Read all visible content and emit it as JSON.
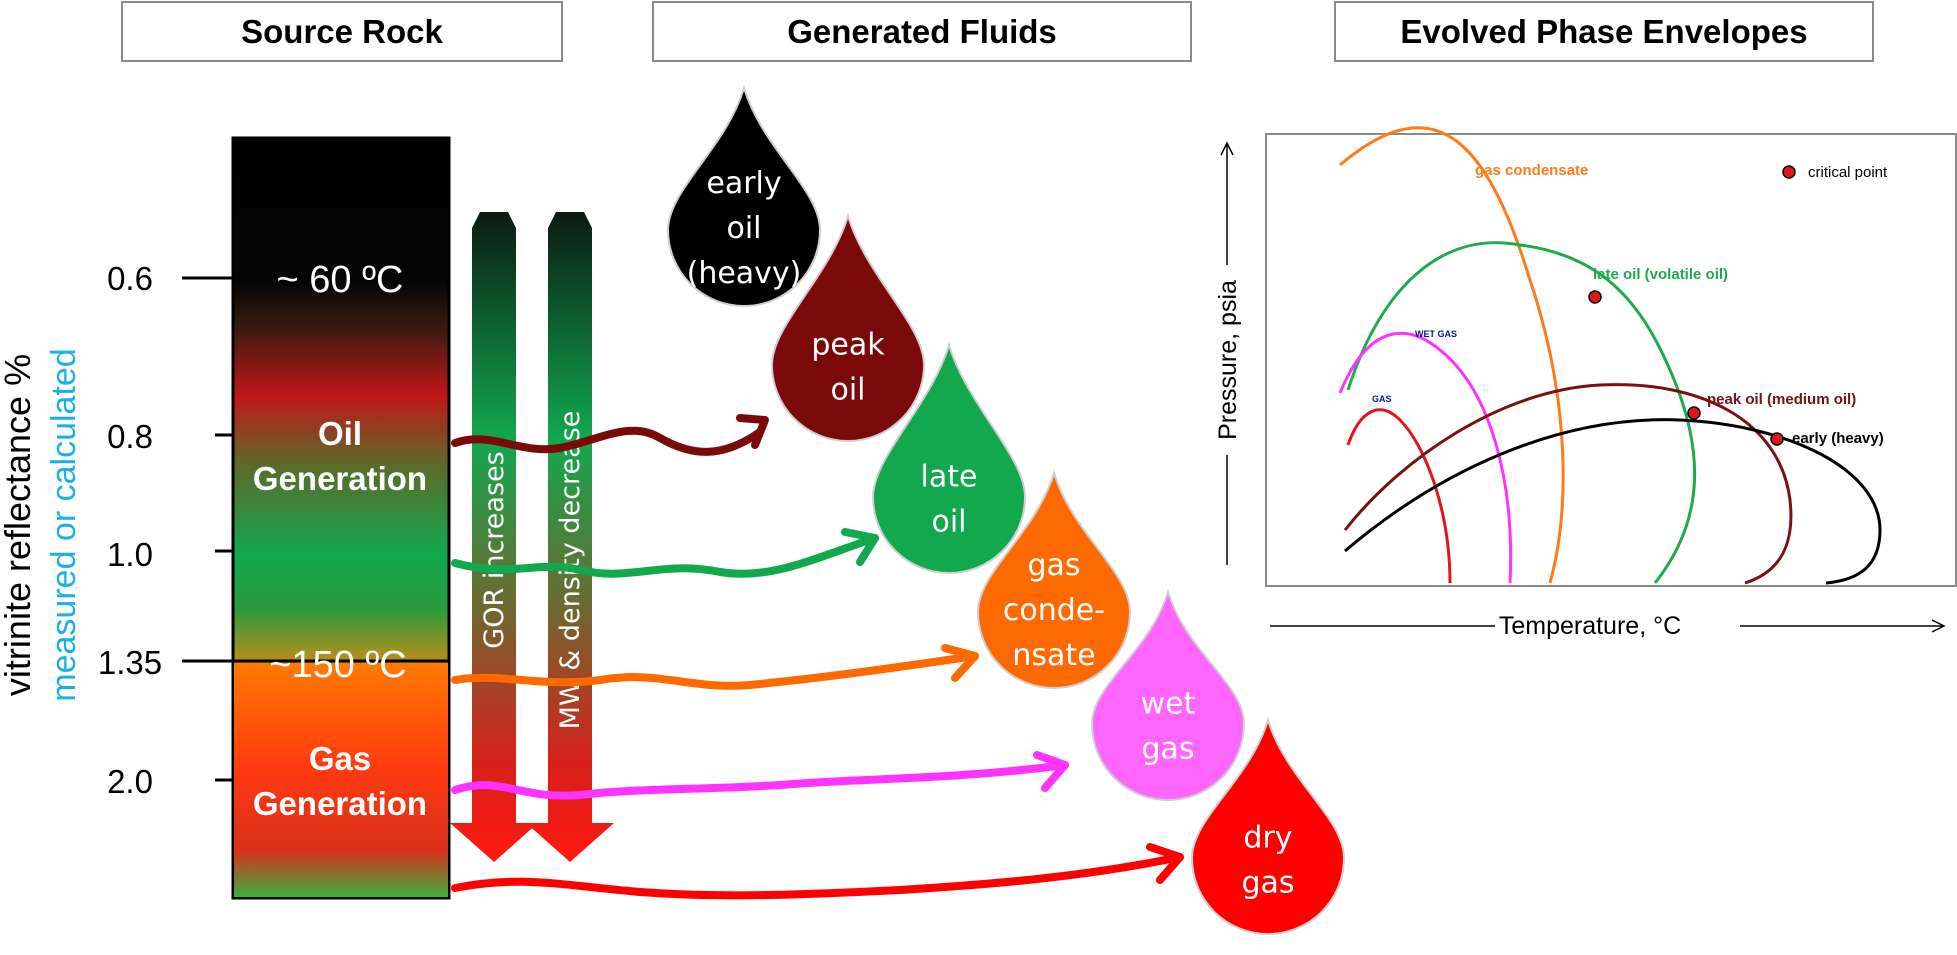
{
  "headers": {
    "source_rock": "Source Rock",
    "generated_fluids": "Generated Fluids",
    "phase_envelopes": "Evolved Phase Envelopes"
  },
  "source_rock": {
    "y_axis_label_main": "vitrinite reflectance %",
    "y_axis_label_sub": "measured or calculated",
    "y_axis_sub_color": "#1ab0e8",
    "ticks": [
      "0.6",
      "0.8",
      "1.0",
      "1.35",
      "2.0"
    ],
    "temp_low": "~ 60 ºC",
    "temp_high": "~150 ºC",
    "oil_generation": [
      "Oil",
      "Generation"
    ],
    "gas_generation": [
      "Gas",
      "Generation"
    ],
    "arrow_gor": "GOR increases",
    "arrow_mw": "MW & density decrease"
  },
  "fluids": [
    {
      "lines": [
        "early",
        "oil",
        "(heavy)"
      ],
      "color": "#000000"
    },
    {
      "lines": [
        "peak",
        "oil"
      ],
      "color": "#7a0a0a"
    },
    {
      "lines": [
        "late",
        "oil"
      ],
      "color": "#12a84e"
    },
    {
      "lines": [
        "gas",
        "conde-",
        "nsate"
      ],
      "color": "#ff6a00"
    },
    {
      "lines": [
        "wet",
        "gas"
      ],
      "color": "#ff66ff"
    },
    {
      "lines": [
        "dry",
        "gas"
      ],
      "color": "#ff0000"
    }
  ],
  "phase_chart": {
    "x_label": "Temperature, °C",
    "y_label": "Pressure, psia",
    "legend_critical_point": "critical point",
    "critical_point_color": "#e0161c",
    "curves": [
      {
        "name": "gas condensate",
        "color": "#ff7a1a"
      },
      {
        "name": "late oil (volatile oil)",
        "color": "#1faa4c"
      },
      {
        "name": "WET GAS",
        "color": "#12128a"
      },
      {
        "name": "GAS",
        "color": "#12128a"
      },
      {
        "name": "peak oil (medium oil)",
        "color": "#7a1010"
      },
      {
        "name": "early (heavy)",
        "color": "#000000"
      }
    ]
  }
}
